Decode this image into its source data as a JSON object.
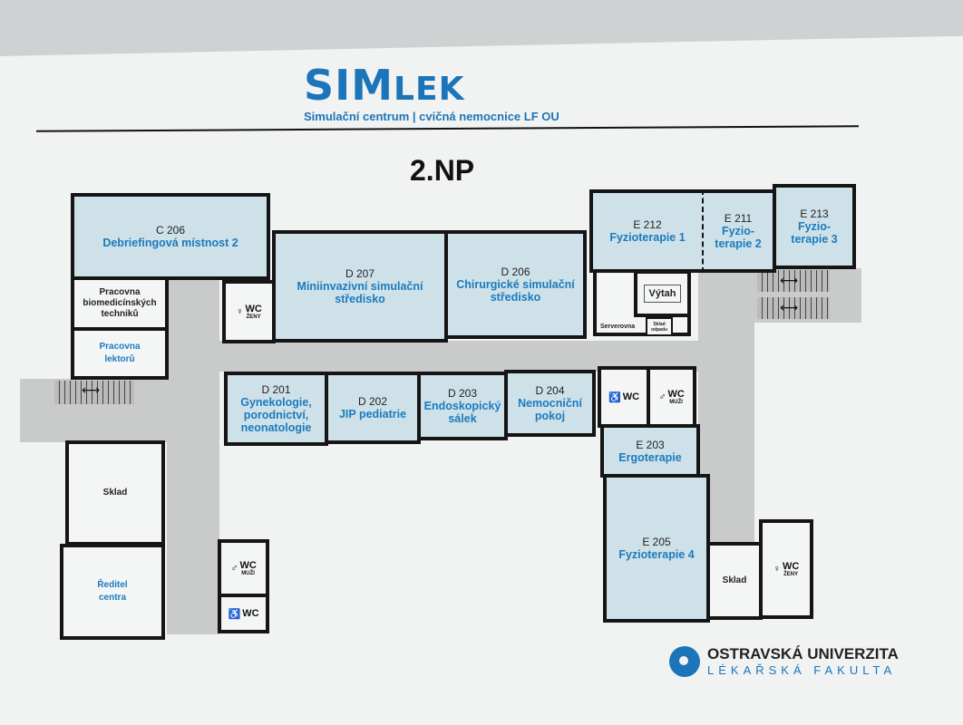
{
  "header": {
    "logo_sim": "SIM",
    "logo_lek": "LEK",
    "subtitle": "Simulační centrum | cvičná nemocnice LF OU",
    "floor": "2.NP"
  },
  "rooms": {
    "c206": {
      "num": "C 206",
      "name": "Debriefingová místnost 2"
    },
    "biomed": {
      "name": "Pracovna biomedicínských techniků"
    },
    "lektoru": {
      "name": "Pracovna lektorů"
    },
    "d207": {
      "num": "D 207",
      "name": "Miniinvazivní simulační středisko"
    },
    "d206": {
      "num": "D 206",
      "name": "Chirurgické simulační středisko"
    },
    "d201": {
      "num": "D 201",
      "name": "Gynekologie, porodnictví, neonatologie"
    },
    "d202": {
      "num": "D 202",
      "name": "JIP pediatrie"
    },
    "d203": {
      "num": "D 203",
      "name": "Endoskopický sálek"
    },
    "d204": {
      "num": "D 204",
      "name": "Nemocniční pokoj"
    },
    "e212": {
      "num": "E 212",
      "name": "Fyzioterapie 1"
    },
    "e211": {
      "num": "E 211",
      "name": "Fyzio-terapie 2"
    },
    "e213": {
      "num": "E 213",
      "name": "Fyzio-terapie 3"
    },
    "vytah": {
      "name": "Výtah"
    },
    "serverovna": {
      "name": "Serverovna"
    },
    "sklad_odpadu": {
      "name": "Sklad odpadu"
    },
    "e203": {
      "num": "E 203",
      "name": "Ergoterapie"
    },
    "e205": {
      "num": "E 205",
      "name": "Fyzioterapie 4"
    },
    "sklad_right": {
      "name": "Sklad"
    },
    "sklad_left": {
      "name": "Sklad"
    },
    "reditel": {
      "name": "Ředitel centra"
    }
  },
  "wc": {
    "label": "WC",
    "zeny": "ŽENY",
    "muzi": "MUŽI"
  },
  "footer": {
    "university": "OSTRAVSKÁ UNIVERZITA",
    "faculty": "LÉKAŘSKÁ FAKULTA"
  },
  "colors": {
    "brand": "#1b75b8",
    "room_fill": "#cfe1e8",
    "corridor": "#c9cbcb"
  }
}
